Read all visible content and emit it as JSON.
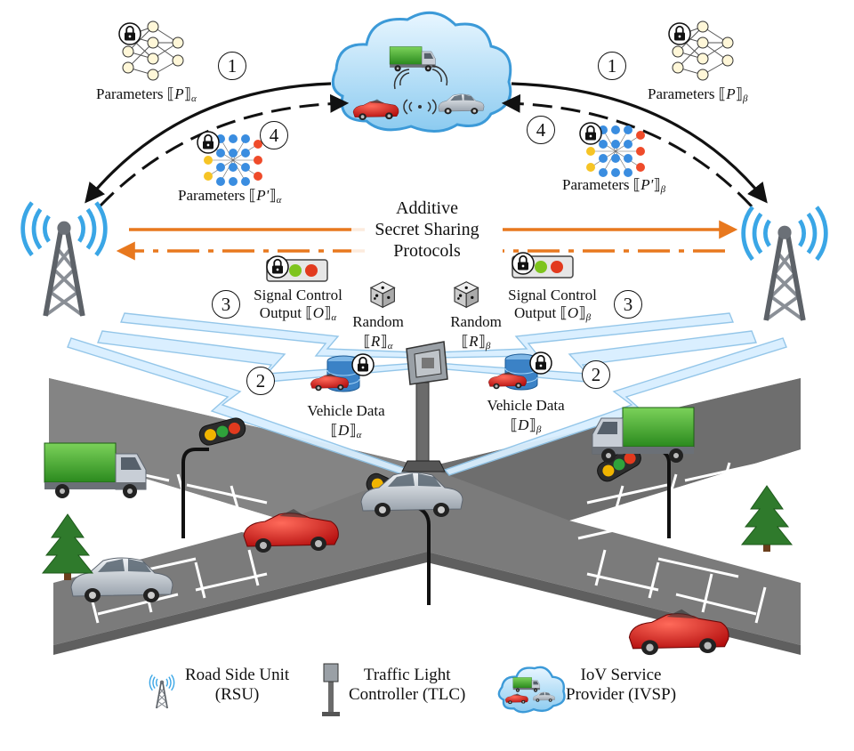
{
  "params": {
    "top_left": {
      "prefix": "Parameters ",
      "symbol": "P",
      "sub": "α"
    },
    "top_right": {
      "prefix": "Parameters ",
      "symbol": "P",
      "sub": "β"
    },
    "mid_left": {
      "prefix": "Parameters ",
      "symbol": "P'",
      "sub": "α"
    },
    "mid_right": {
      "prefix": "Parameters ",
      "symbol": "P'",
      "sub": "β"
    }
  },
  "protocol": {
    "line1": "Additive",
    "line2": "Secret Sharing",
    "line3": "Protocols"
  },
  "signal": {
    "left": {
      "line1": "Signal Control",
      "prefix": "Output ",
      "symbol": "O",
      "sub": "α"
    },
    "right": {
      "line1": "Signal Control",
      "prefix": "Output ",
      "symbol": "O",
      "sub": "β"
    }
  },
  "random": {
    "left": {
      "label": "Random",
      "symbol": "R",
      "sub": "α"
    },
    "right": {
      "label": "Random",
      "symbol": "R",
      "sub": "β"
    }
  },
  "vehicle_data": {
    "left": {
      "label": "Vehicle Data",
      "symbol": "D",
      "sub": "α"
    },
    "right": {
      "label": "Vehicle Data",
      "symbol": "D",
      "sub": "β"
    }
  },
  "steps": {
    "one": "1",
    "two": "2",
    "three": "3",
    "four": "4"
  },
  "legend": {
    "rsu": {
      "line1": "Road Side Unit",
      "line2": "(RSU)"
    },
    "tlc": {
      "line1": "Traffic Light",
      "line2": "Controller (TLC)"
    },
    "ivsp": {
      "line1": "IoV Service",
      "line2": "Provider (IVSP)"
    }
  },
  "colors": {
    "arrow_black": "#111111",
    "arrow_orange": "#e8781e",
    "road": "#7b7b7b",
    "signal_blue": "#3aa6e6",
    "cloud": "#bfe3f7",
    "tree": "#2f7a2c"
  },
  "icons": [
    "neural-network-icon",
    "lock-icon",
    "traffic-light-icon",
    "dice-icon",
    "database-icon",
    "cell-tower-icon",
    "cloud-icon",
    "truck-icon",
    "car-icon",
    "tree-icon"
  ]
}
